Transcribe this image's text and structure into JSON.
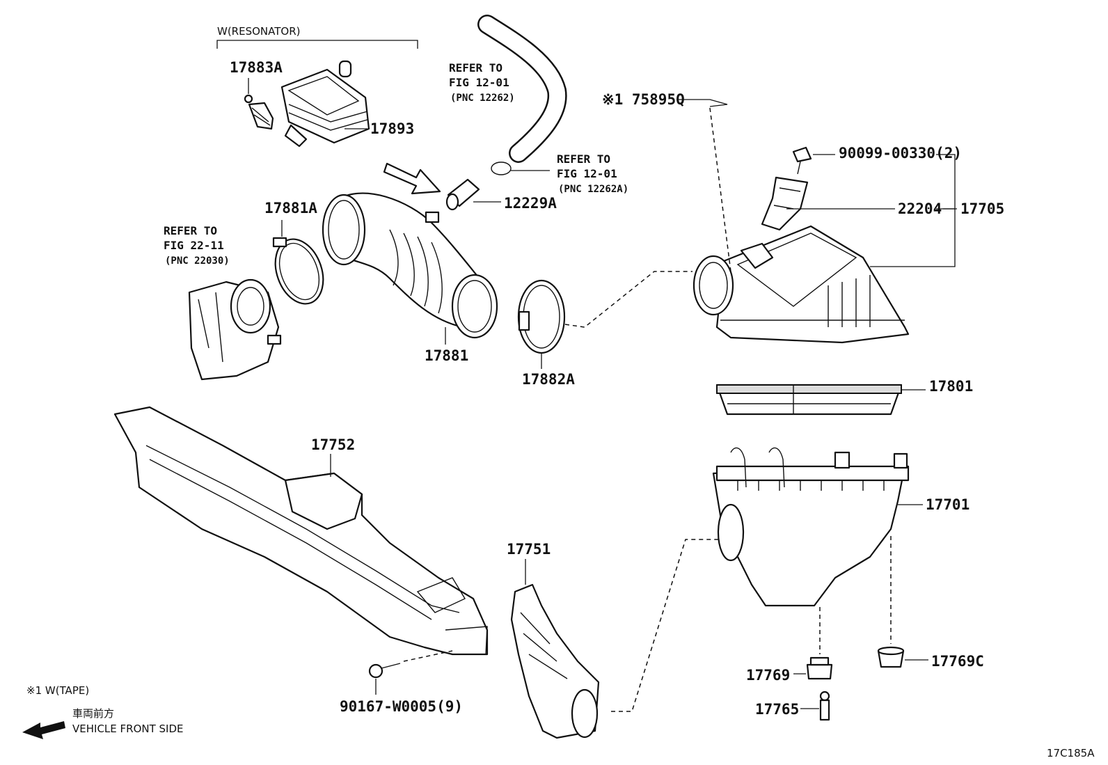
{
  "resonator_group": "W(RESONATOR)",
  "refs": {
    "hose": {
      "line1": "REFER TO",
      "line2": "FIG 12-01",
      "line3": "(PNC 12262)"
    },
    "clip": {
      "line1": "REFER TO",
      "line2": "FIG 12-01",
      "line3": "(PNC 12262A)"
    },
    "throttle": {
      "line1": "REFER TO",
      "line2": "FIG 22-11",
      "line3": "(PNC 22030)"
    }
  },
  "parts": {
    "p17883A": "17883A",
    "p17893": "17893",
    "p17881A": "17881A",
    "p12229A": "12229A",
    "p17881": "17881",
    "p17882A": "17882A",
    "p17589SQ": "※1 75895Q",
    "p90099": "90099-00330(2)",
    "p22204": "22204",
    "p17705": "17705",
    "p17801": "17801",
    "p17752": "17752",
    "p17701": "17701",
    "p17751": "17751",
    "p90167": "90167-W0005(9)",
    "p17769": "17769",
    "p17769C": "17769C",
    "p17765": "17765"
  },
  "legend": {
    "tape_note": "※1 W(TAPE)",
    "front_jp": "車両前方",
    "front_en": "VEHICLE FRONT SIDE"
  },
  "figure_code": "17C185A"
}
